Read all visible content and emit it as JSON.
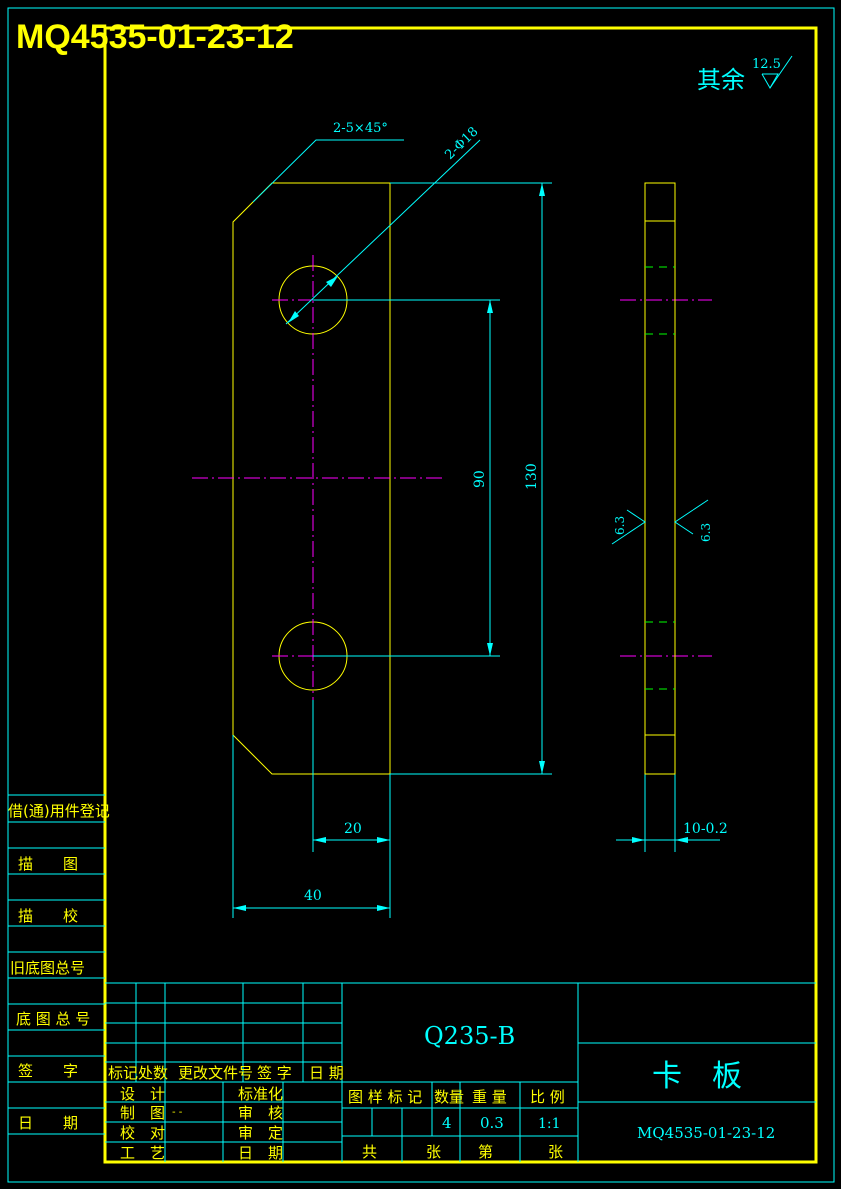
{
  "header": {
    "drawing_code": "MQ4535-01-23-12"
  },
  "roughness": {
    "label": "其余",
    "value": "12.5"
  },
  "dimensions": {
    "chamfer": "2-5×45°",
    "hole": "2-Φ18",
    "hole_spacing": "90",
    "length": "130",
    "edge_offset": "20",
    "width": "40",
    "thickness": "10-0.2",
    "side_roughness_left": "6.3",
    "side_roughness_right": "6.3"
  },
  "left_column": [
    "借(通)用件登记",
    "描　　图",
    "描　　校",
    "旧底图总号",
    "底 图 总 号",
    "签　　字",
    "日　　期"
  ],
  "title_block": {
    "material": "Q235-B",
    "part_name": "卡　板",
    "drawing_number": "MQ4535-01-23-12",
    "revision_headers": [
      "标记",
      "处数",
      "更改文件号",
      "签 字",
      "日 期"
    ],
    "roles": [
      "设　计",
      "制　图",
      "校　对",
      "工　艺"
    ],
    "approvals": [
      "标准化",
      "审　核",
      "审　定",
      "日　期"
    ],
    "table_headers": [
      "图 样 标 记",
      "数量",
      "重 量",
      "比 例"
    ],
    "quantity": "4",
    "weight": "0.3",
    "scale": "1:1",
    "sheets": [
      "共",
      "张",
      "第",
      "张"
    ],
    "designer_mark": "- -"
  },
  "colors": {
    "border": "#ffff00",
    "outer_border": "#00ffff",
    "part": "#ffff00",
    "dimension": "#00ffff",
    "centerline": "#ff00ff",
    "hidden": "#00ff00"
  }
}
